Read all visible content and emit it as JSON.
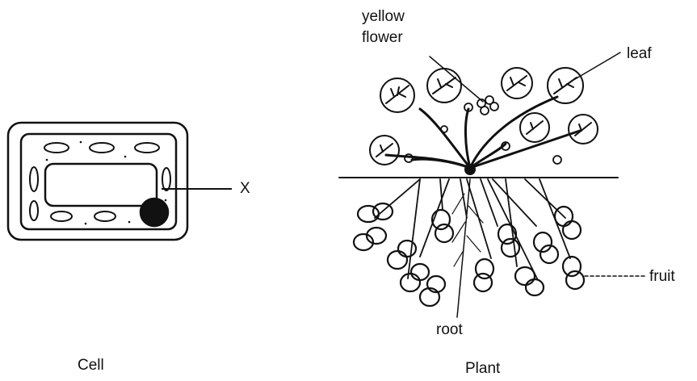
{
  "cell_diagram": {
    "caption": "Cell",
    "labels": {
      "x": "X"
    }
  },
  "plant_diagram": {
    "caption": "Plant",
    "labels": {
      "yellow_flower_line1": "yellow",
      "yellow_flower_line2": "flower",
      "leaf": "leaf",
      "fruit": "fruit",
      "root": "root"
    }
  },
  "colors": {
    "ink": "#111111",
    "paper": "#ffffff"
  }
}
